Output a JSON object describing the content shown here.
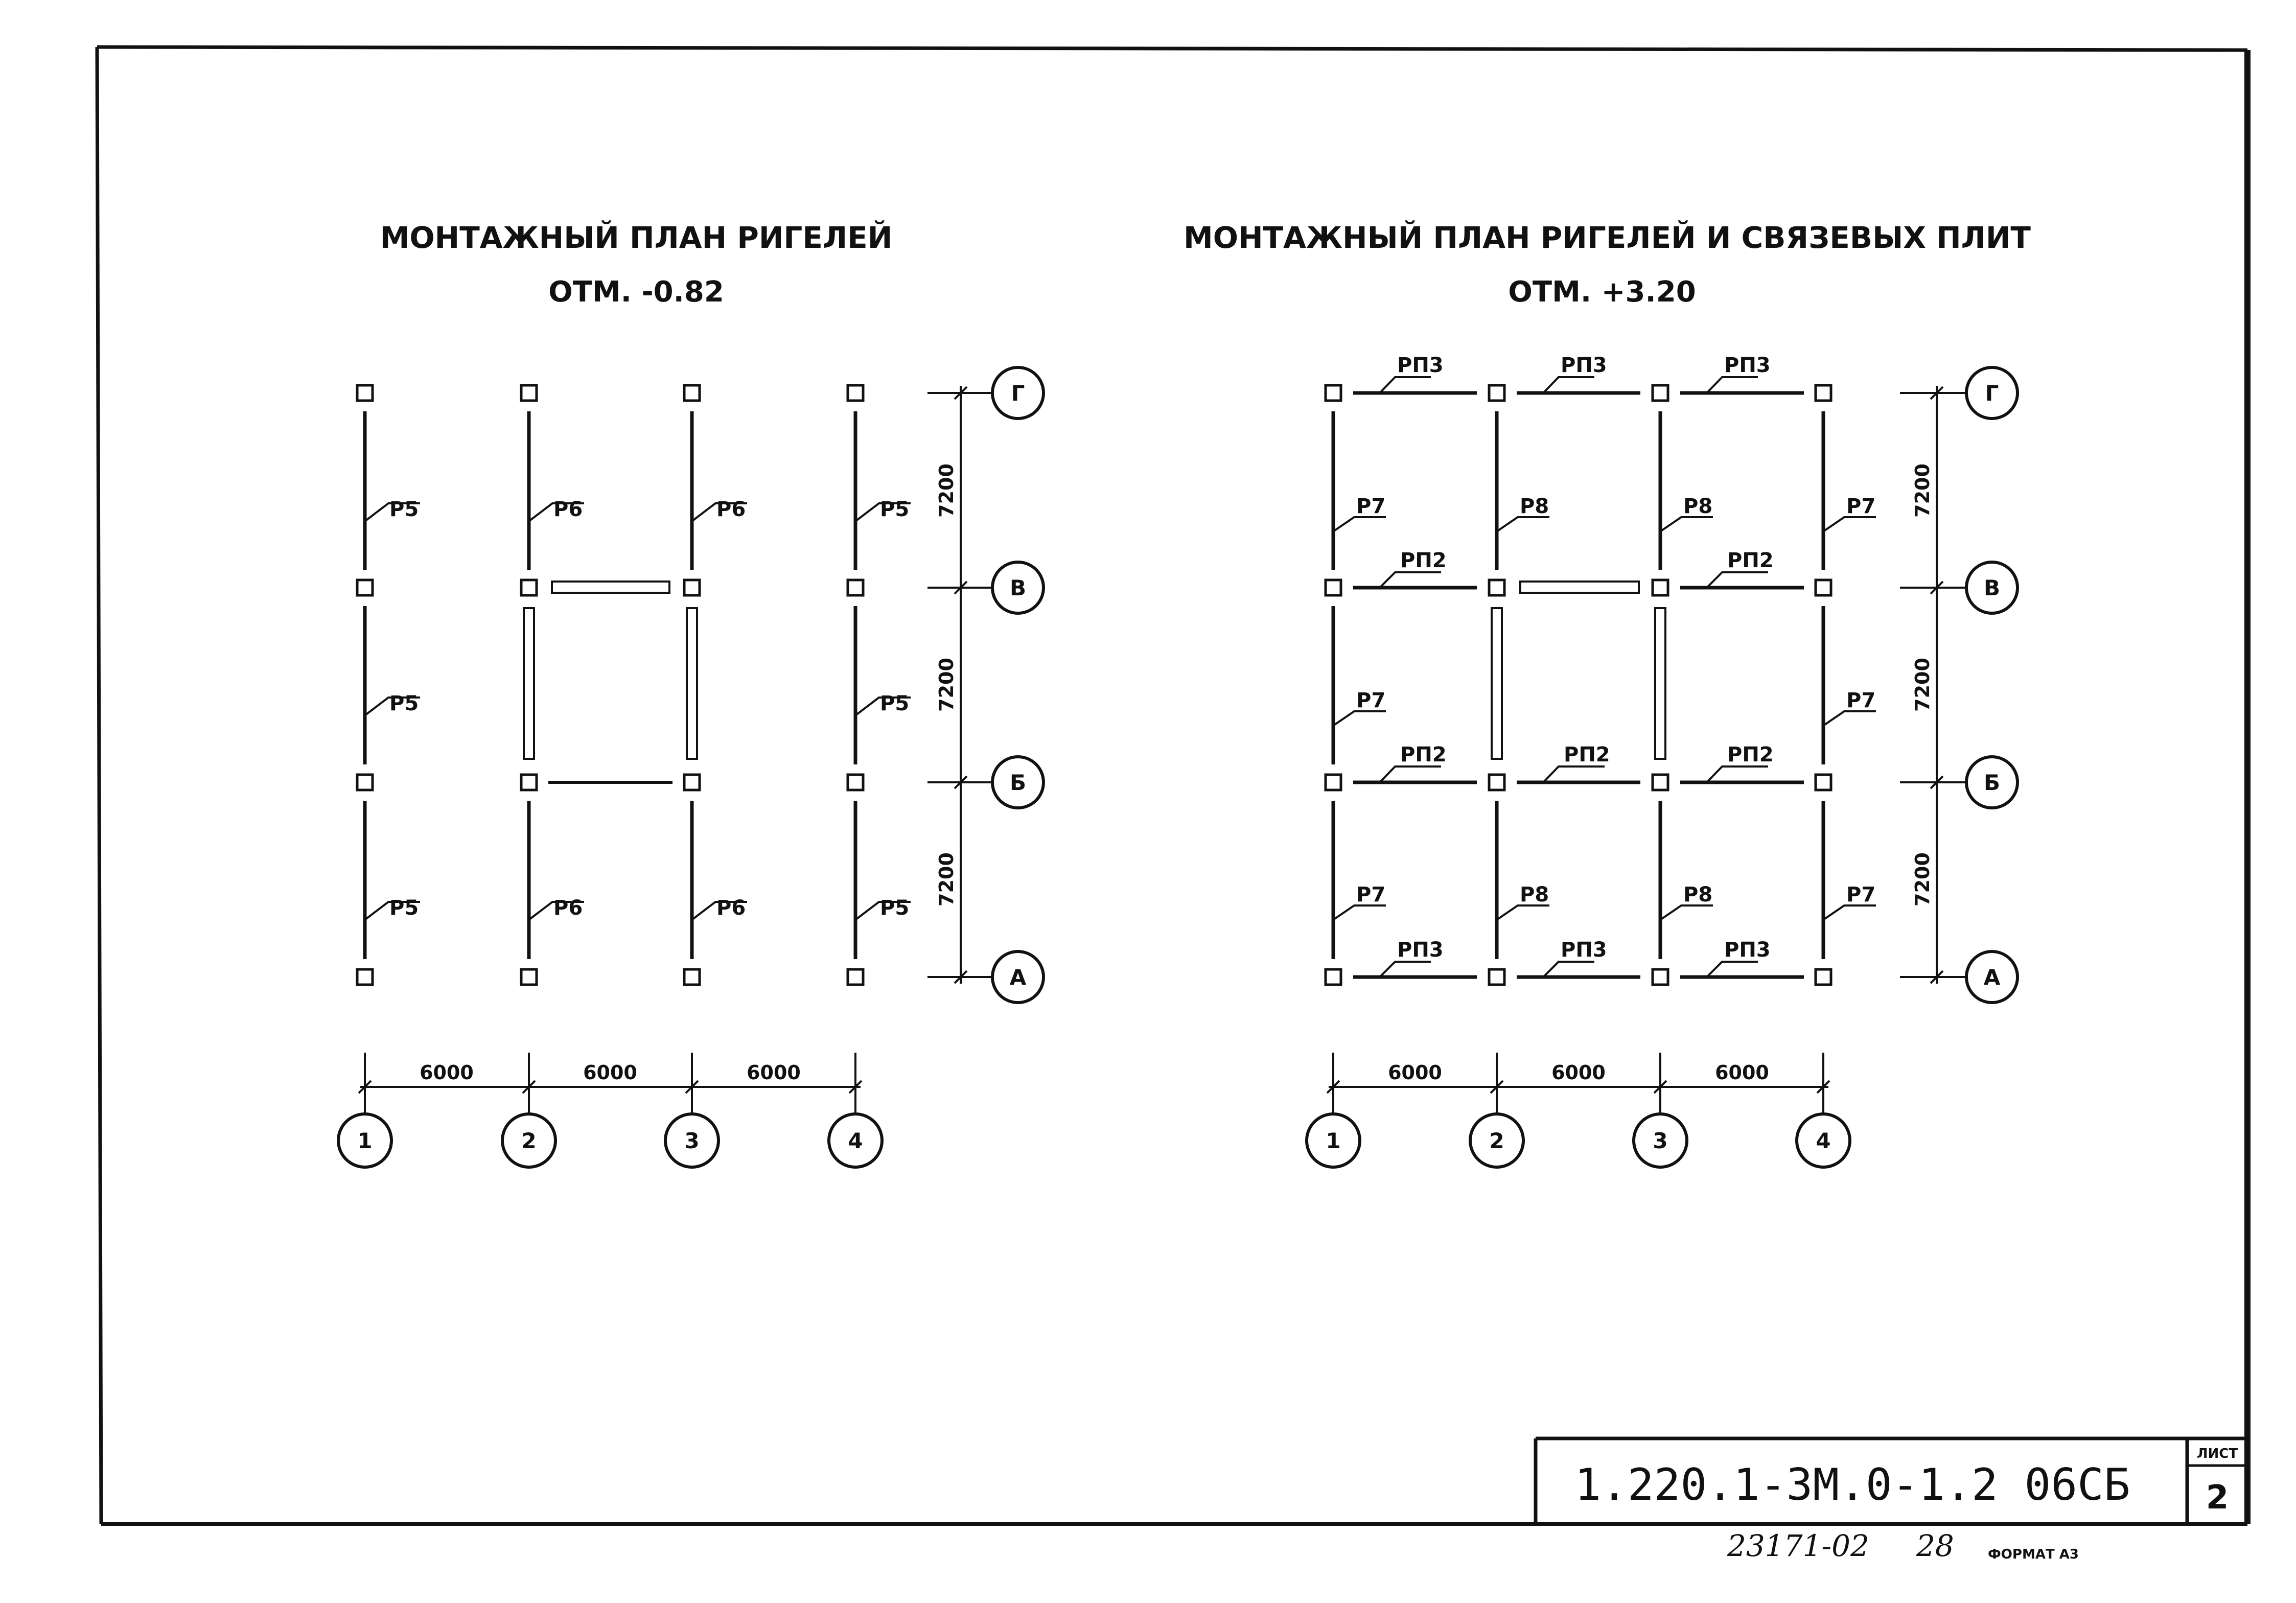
{
  "left_plan": {
    "title": "МОНТАЖНЫЙ ПЛАН РИГЕЛЕЙ",
    "elevation": "ОТМ. -0.82",
    "beam_labels": [
      [
        "P5",
        "P6",
        "P6",
        "P5"
      ],
      [
        "P5",
        "P5"
      ],
      [
        "P5",
        "P6",
        "P6",
        "P5"
      ]
    ]
  },
  "right_plan": {
    "title": "МОНТАЖНЫЙ ПЛАН РИГЕЛЕЙ И СВЯЗЕВЫХ ПЛИТ",
    "elevation": "ОТМ. +3.20",
    "top_labels": [
      "РП3",
      "РП3",
      "РП3"
    ],
    "row_ab_labels": [
      "P7",
      "P8",
      "P8",
      "P7"
    ],
    "row_b_labels": [
      "РП2",
      "РП2"
    ],
    "row_bb_labels": [
      "P7",
      "P7"
    ],
    "row_6_labels": [
      "РП2",
      "РП2",
      "РП2"
    ],
    "row_a_labels": [
      "P7",
      "P8",
      "P8",
      "P7"
    ],
    "bottom_labels": [
      "РП3",
      "РП3",
      "РП3"
    ]
  },
  "grid": {
    "column_axes": [
      "1",
      "2",
      "3",
      "4"
    ],
    "row_axes": [
      "Г",
      "В",
      "Б",
      "А"
    ],
    "column_spacing": [
      "6000",
      "6000",
      "6000"
    ],
    "row_spacing": [
      "7200",
      "7200",
      "7200"
    ]
  },
  "title_block": {
    "designation": "1.220.1-3М.0-1.2 06СБ",
    "sheet_label": "ЛИСТ",
    "sheet_number": "2",
    "handwritten_code": "23171-02",
    "handwritten_page": "28",
    "format": "ФОРМАТ А3"
  }
}
